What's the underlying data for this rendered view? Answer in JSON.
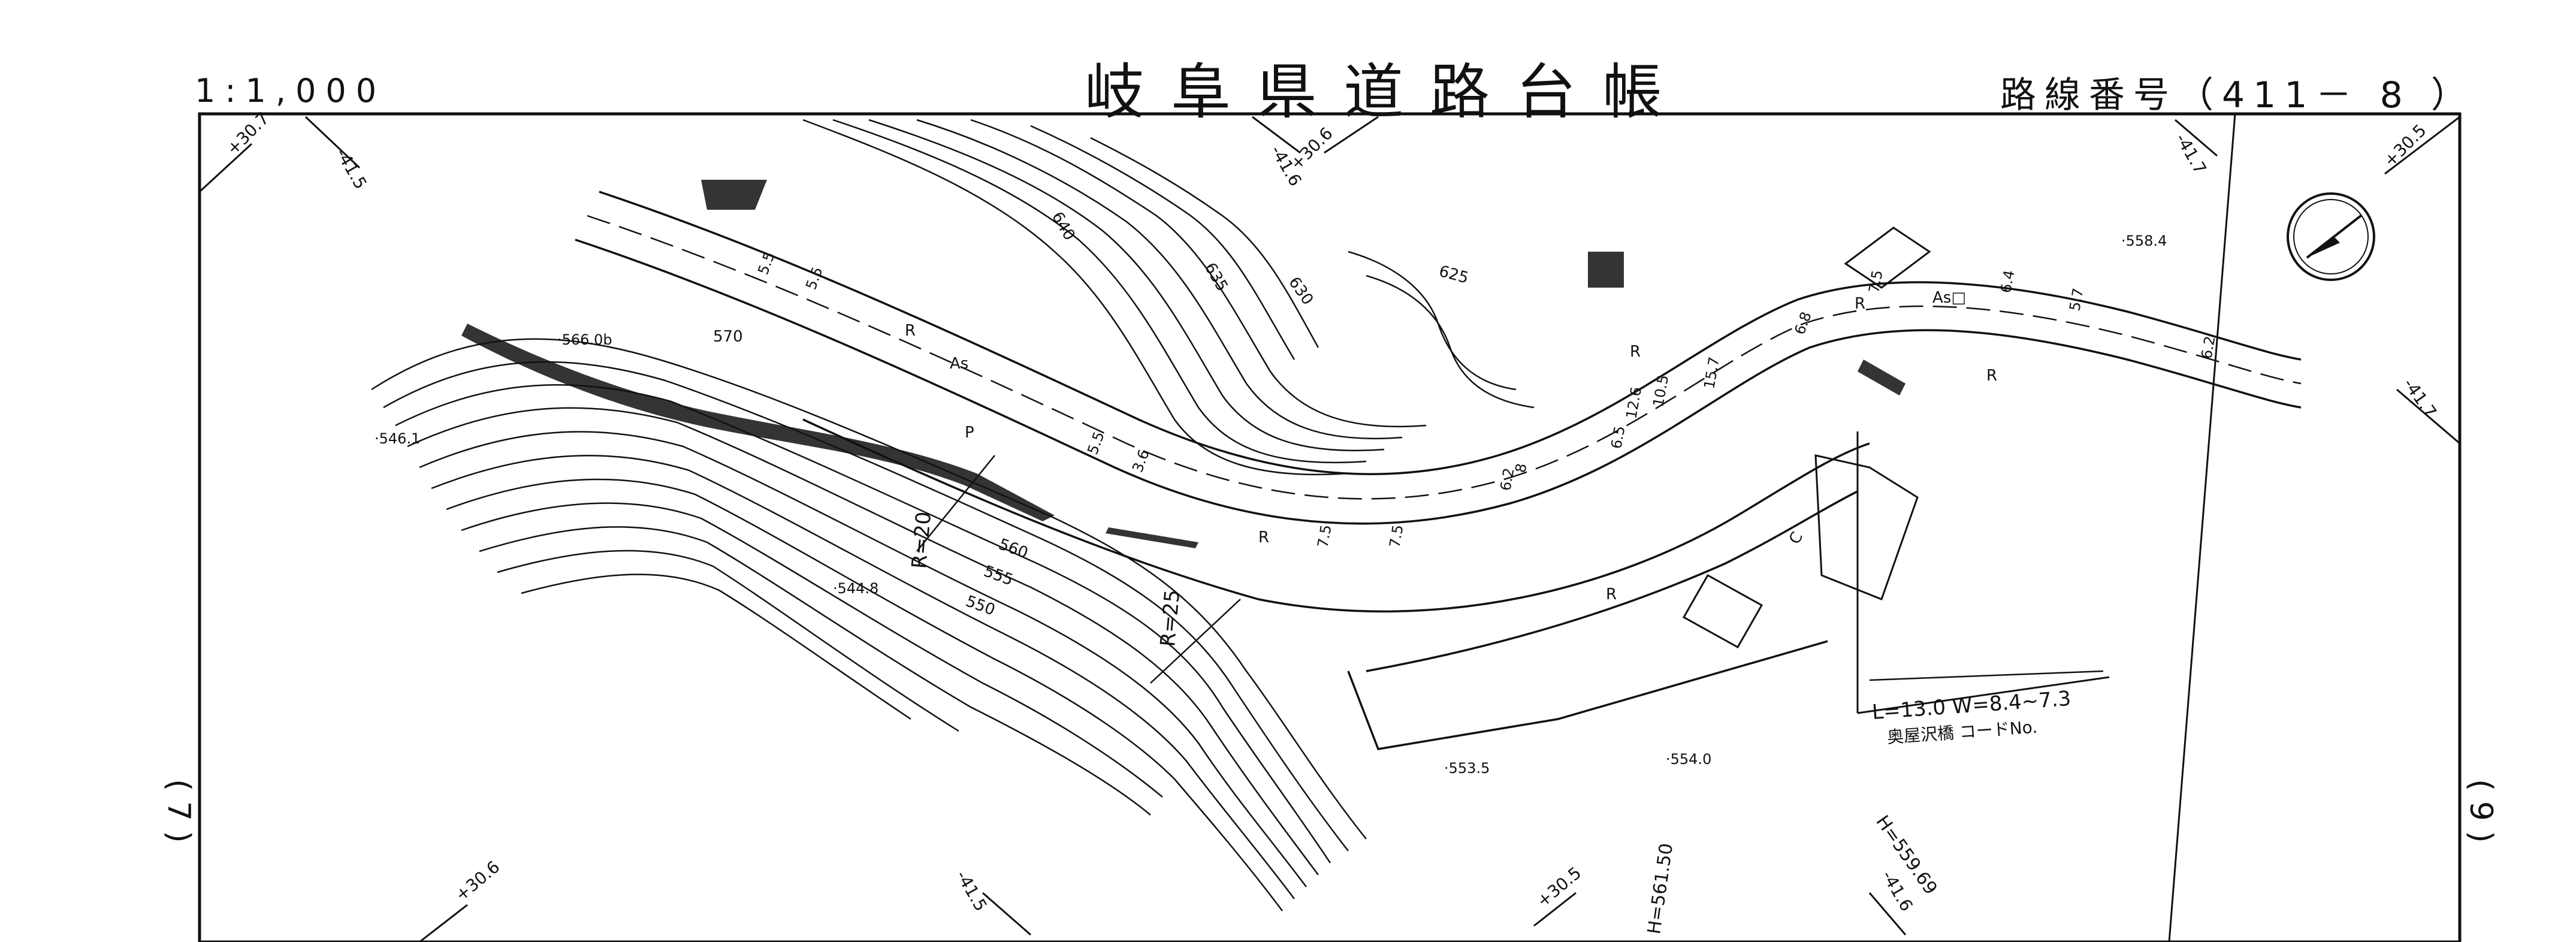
{
  "header": {
    "scale": "1:1,000",
    "title": "岐阜県道路台帳",
    "route_number": "路線番号（411－ 8 ）"
  },
  "margins": {
    "left_sheet_mark": "( 7 )",
    "right_sheet_mark": "( 9 )"
  },
  "coordinate_marks": {
    "top_left_plus": "+30.7",
    "top_left_minus": "-41.5",
    "top_mid_minus": "-41.6",
    "top_mid_plus": "+30.6",
    "top_right_minus": "-41.7",
    "top_right_plus": "+30.5",
    "right_minus": "-41.7",
    "bottom_left_plus": "+30.6",
    "bottom_left_minus": "-41.5",
    "bottom_mid_plus": "+30.5",
    "bottom_right_minus": "-41.6"
  },
  "contours": {
    "c640": "640",
    "c635": "635",
    "c630": "630",
    "c625": "625",
    "c570": "570",
    "c560": "560",
    "c555": "555",
    "c550": "550"
  },
  "spot_heights": {
    "h5660": "·566.0b",
    "h5461": "·546.1",
    "h5448": "·544.8",
    "h5584": "·558.4",
    "h5535": "·553.5",
    "h5540": "·554.0"
  },
  "curve_labels": {
    "r20": "R=20",
    "r25": "R=25"
  },
  "road_widths": {
    "w1": "5.5",
    "w2": "5.5",
    "w3": "5.5",
    "w4": "3.6",
    "w5": "7.5",
    "w6": "7.5",
    "w7": "6.2",
    "w8": "8",
    "w9": "6.5",
    "w10": "12.6",
    "w11": "10.5",
    "w12": "15.7",
    "w13": "6.8",
    "w14": "7.5",
    "w15": "6.4",
    "w16": "5.7",
    "w17": "6.2"
  },
  "map_symbols": {
    "as_left": "As",
    "as_right": "As□",
    "r_a": "R",
    "r_b": "R",
    "r_c": "R",
    "r_d": "R",
    "r_e": "R",
    "r_f": "R",
    "p": "P",
    "c_bridge": "C"
  },
  "bridge": {
    "dimensions": "L=13.0 W=8.4~7.3",
    "name_code": "奥屋沢橋 コードNo."
  },
  "elevations": {
    "h_left": "H=561.50",
    "h_right": "H=559.69"
  }
}
